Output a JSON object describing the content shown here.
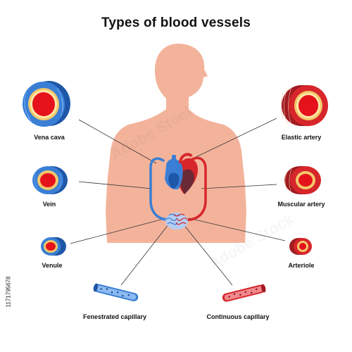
{
  "title": "Types of blood vessels",
  "labels": {
    "vena_cava": "Vena cava",
    "vein": "Vein",
    "venule": "Venule",
    "elastic_artery": "Elastic artery",
    "muscular_artery": "Muscular artery",
    "arteriole": "Arteriole",
    "fenestrated_capillary": "Fenestrated capillary",
    "continuous_capillary": "Continuous capillary"
  },
  "stock_id": "1171795678",
  "watermark_text": "Adobe Stock",
  "colors": {
    "body_skin": "#f3b39b",
    "vein_blue": "#3a7fd5",
    "vein_dark": "#1f57a8",
    "artery_red": "#d7262b",
    "artery_dark": "#a01c22",
    "lumen_red": "#e5121b",
    "intima_yellow": "#f3c86a",
    "leader_line": "#333333"
  }
}
